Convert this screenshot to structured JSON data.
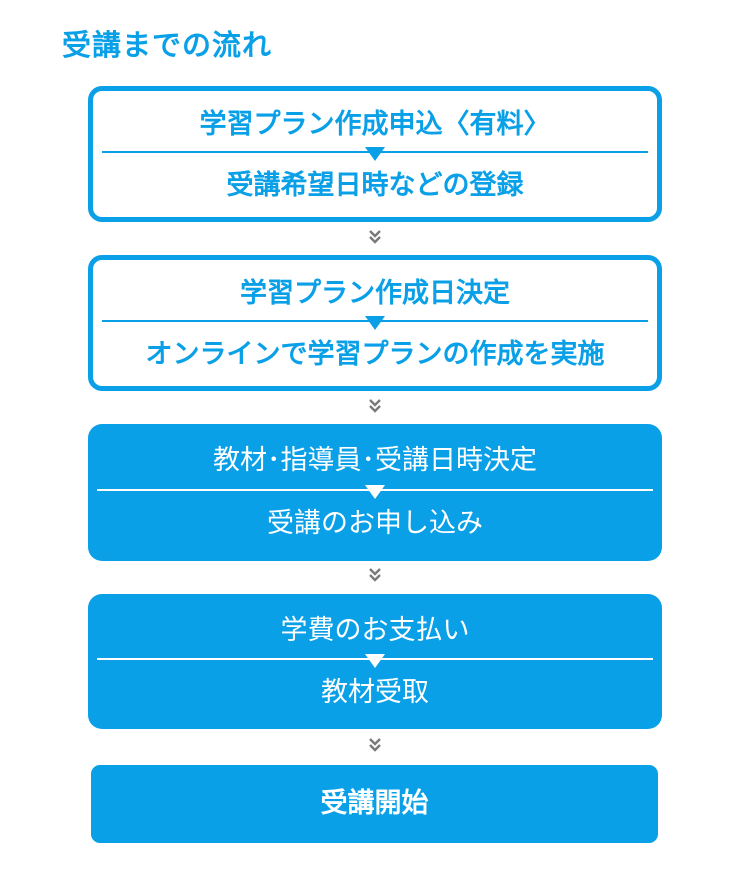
{
  "title": "受講までの流れ",
  "colors": {
    "accent": "#0aa0e8",
    "chevron": "#7a7a7a",
    "background": "#ffffff"
  },
  "steps": [
    {
      "style": "outline",
      "line1": "学習プラン作成申込〈有料〉",
      "line2": "受講希望日時などの登録"
    },
    {
      "style": "outline",
      "line1": "学習プラン作成日決定",
      "line2": "オンラインで学習プランの作成を実施"
    },
    {
      "style": "filled",
      "line1": "教材･指導員･受講日時決定",
      "line2": "受講のお申し込み"
    },
    {
      "style": "filled",
      "line1": "学費のお支払い",
      "line2": "教材受取"
    },
    {
      "style": "filled",
      "label": "受講開始"
    }
  ],
  "connectors": [
    {
      "icon": "double-chevron-down-icon"
    },
    {
      "icon": "double-chevron-down-icon"
    },
    {
      "icon": "double-chevron-down-icon"
    },
    {
      "icon": "double-chevron-down-icon"
    }
  ]
}
